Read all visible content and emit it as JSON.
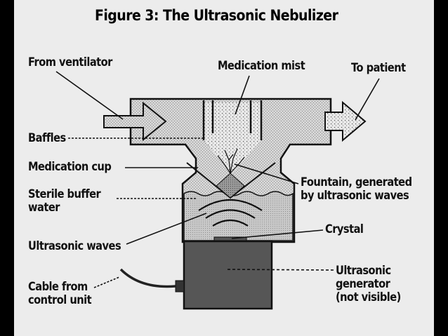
{
  "figure": {
    "title": "Figure 3: The Ultrasonic Nebulizer"
  },
  "labels": {
    "from_ventilator": "From ventilator",
    "medication_mist": "Medication mist",
    "to_patient": "To patient",
    "baffles": "Baffles",
    "medication_cup": "Medication cup",
    "sterile_buffer_water": [
      "Sterile buffer",
      "water"
    ],
    "fountain": [
      "Fountain, generated",
      "by ultrasonic waves"
    ],
    "crystal": "Crystal",
    "ultrasonic_waves": "Ultrasonic waves",
    "cable": [
      "Cable from",
      "control unit"
    ],
    "generator": [
      "Ultrasonic",
      "generator",
      "(not visible)"
    ]
  }
}
